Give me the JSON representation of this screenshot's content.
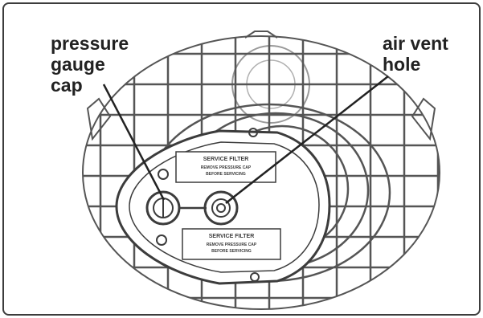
{
  "labels": {
    "pressure_gauge_cap": "pressure\ngauge\ncap",
    "air_vent_hole": "air vent\nhole"
  },
  "plates": {
    "upper": {
      "title": "SERVICE FILTER",
      "line1": "REMOVE PRESSURE CAP",
      "line2": "BEFORE SERVICING"
    },
    "lower": {
      "title": "SERVICE FILTER",
      "line1": "REMOVE PRESSURE CAP",
      "line2": "BEFORE SERVICING"
    }
  },
  "colors": {
    "ink": "#3c3c3c",
    "grille": "#555555",
    "faint": "#9a9a9a",
    "background": "#ffffff"
  }
}
